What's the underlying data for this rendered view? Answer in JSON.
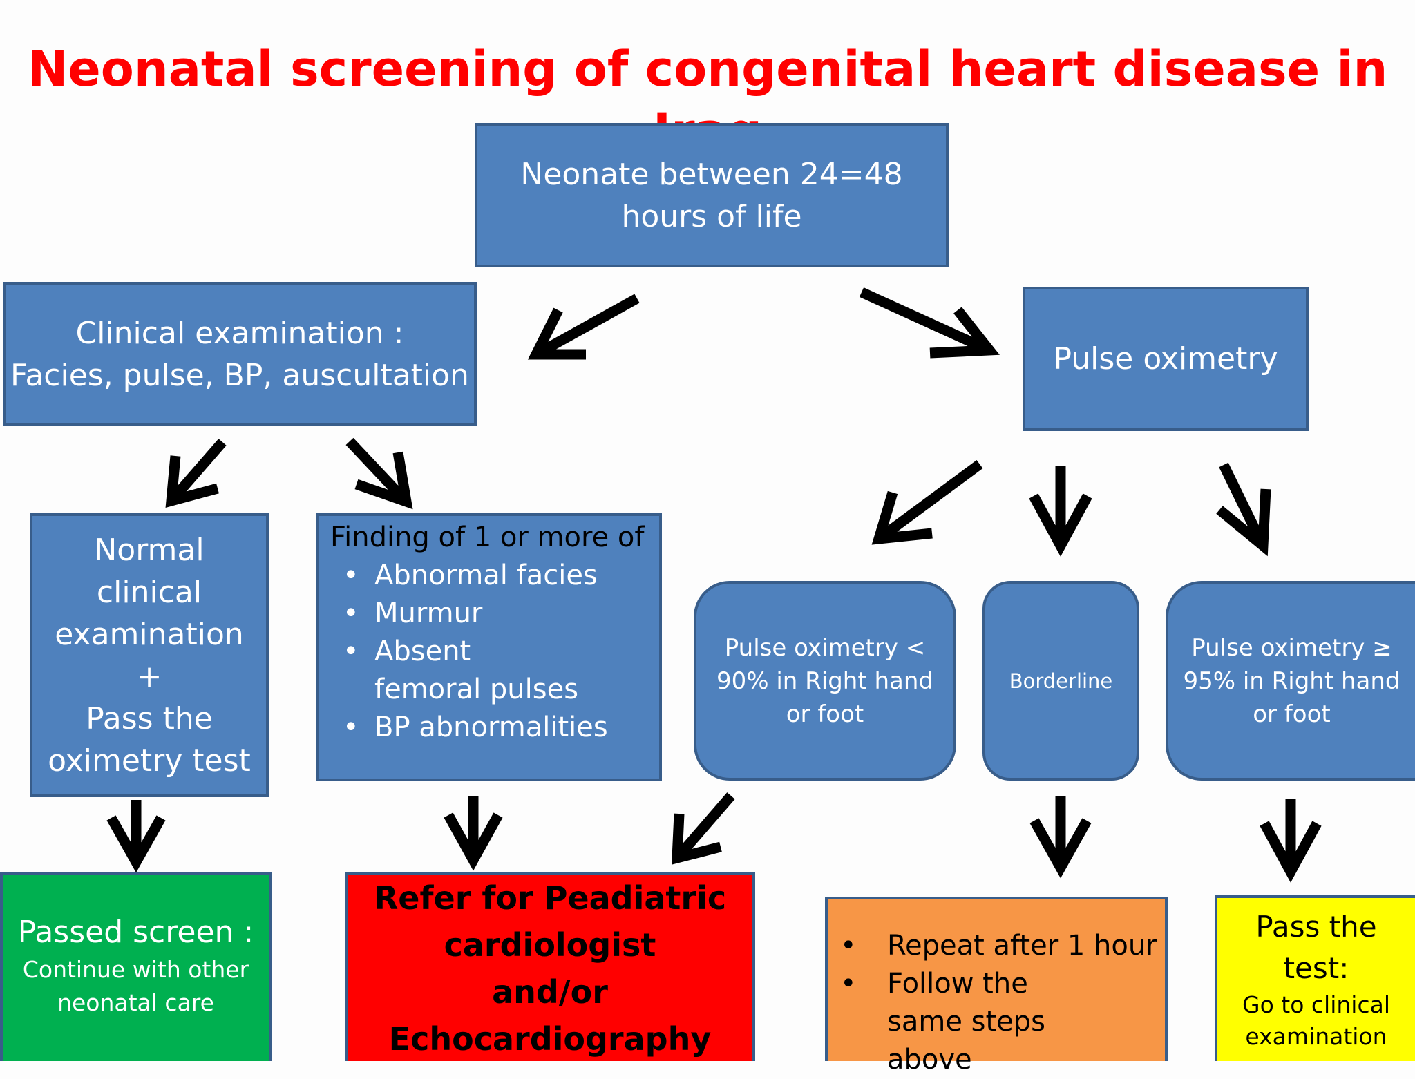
{
  "title": "Neonatal screening of congenital heart disease in Iraq",
  "nodes": {
    "start": {
      "lines": [
        "Neonate between 24=48",
        "hours of life"
      ]
    },
    "clinical": {
      "lines": [
        "Clinical examination :",
        "Facies, pulse, BP, auscultation"
      ]
    },
    "pulse_ox": {
      "text": "Pulse oximetry"
    },
    "normal": {
      "lines": [
        "Normal",
        "clinical",
        "examination",
        "+",
        "Pass the",
        "oximetry test"
      ]
    },
    "findings": {
      "heading": "Finding of 1 or more of",
      "items": [
        "Abnormal facies",
        "Murmur",
        "Absent femoral pulses",
        "BP abnormalities"
      ]
    },
    "low": {
      "lines": [
        "Pulse oximetry <",
        "90% in Right hand",
        "or foot"
      ]
    },
    "borderline": {
      "text": "Borderline"
    },
    "high": {
      "lines": [
        "Pulse oximetry ≥",
        "95% in Right hand",
        "or foot"
      ]
    },
    "passed": {
      "title": "Passed screen :",
      "lines": [
        "Continue with other",
        "neonatal care"
      ]
    },
    "refer": {
      "lines": [
        "Refer for  Peadiatric",
        "cardiologist",
        "and/or",
        "Echocardiography"
      ]
    },
    "repeat": {
      "items": [
        "Repeat after 1 hour",
        "Follow the same steps above"
      ]
    },
    "pass_test": {
      "title_lines": [
        "Pass the",
        "test:"
      ],
      "lines": [
        "Go to clinical",
        "examination"
      ]
    }
  },
  "colors": {
    "box_fill": "#4f81bd",
    "box_border": "#385d8a",
    "title": "#ff0000",
    "green": "#00b050",
    "red": "#ff0000",
    "orange": "#f79646",
    "yellow": "#ffff00",
    "arrow": "#000000"
  }
}
